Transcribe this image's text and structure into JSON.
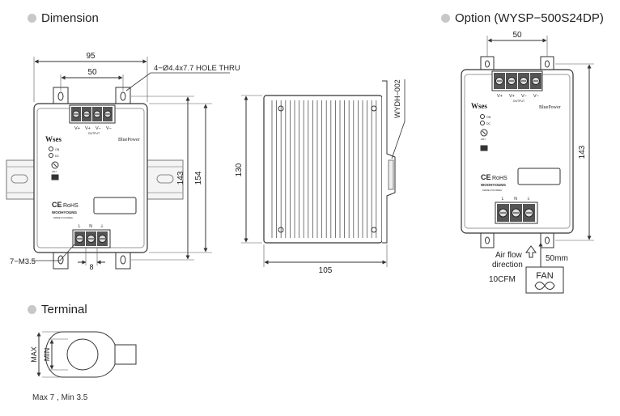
{
  "sections": {
    "dimension": "Dimension",
    "option": "Option (WYSP−500S24DP)",
    "terminal": "Terminal"
  },
  "front": {
    "width_total": "95",
    "hole_spacing": "50",
    "hole_note": "4−Ø4.4x7.7 HOLE THRU",
    "height_inner": "143",
    "height_total": "154",
    "screw_note": "7−M3.5",
    "pitch": "8"
  },
  "side": {
    "height": "130",
    "depth": "105",
    "rail_label": "WYDH−002"
  },
  "option": {
    "width": "50",
    "height": "143",
    "airflow": [
      "Air flow",
      "direction"
    ],
    "gap": "50mm",
    "fan": "FAN",
    "cfm": "10CFM"
  },
  "device": {
    "brand": "Wses",
    "sub": "BluePower",
    "terminal_top": [
      "V+",
      "V+",
      "V−",
      "V−"
    ],
    "output": "OUTPUT",
    "terminal_bottom": [
      "L",
      "N",
      "⏚"
    ],
    "led_on": "ON",
    "led_dc": "DC",
    "adj": "ADJ",
    "ce": "CE",
    "rohs": "RoHS",
    "maker": "WOOHYOUNG",
    "made": "MADE IN KOREA"
  },
  "terminal": {
    "min": "MIN",
    "max": "MAX",
    "note": "Max 7 , Min 3.5"
  }
}
